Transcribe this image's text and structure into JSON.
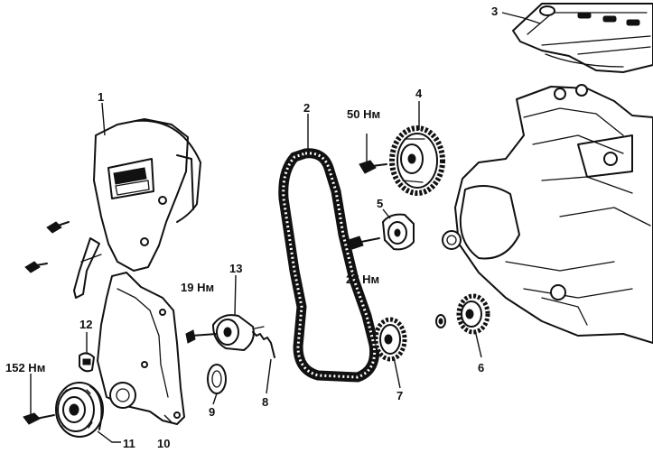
{
  "diagram": {
    "labels": {
      "p1": "1",
      "p2": "2",
      "p3": "3",
      "p4": "4",
      "p5": "5",
      "p6": "6",
      "p7": "7",
      "p8": "8",
      "p9": "9",
      "p10": "10",
      "p11": "11",
      "p12": "12",
      "p13": "13"
    },
    "torques": {
      "t50": "50 Нм",
      "t27": "27 Нм",
      "t19": "19 Нм",
      "t152": "152 Нм"
    }
  }
}
